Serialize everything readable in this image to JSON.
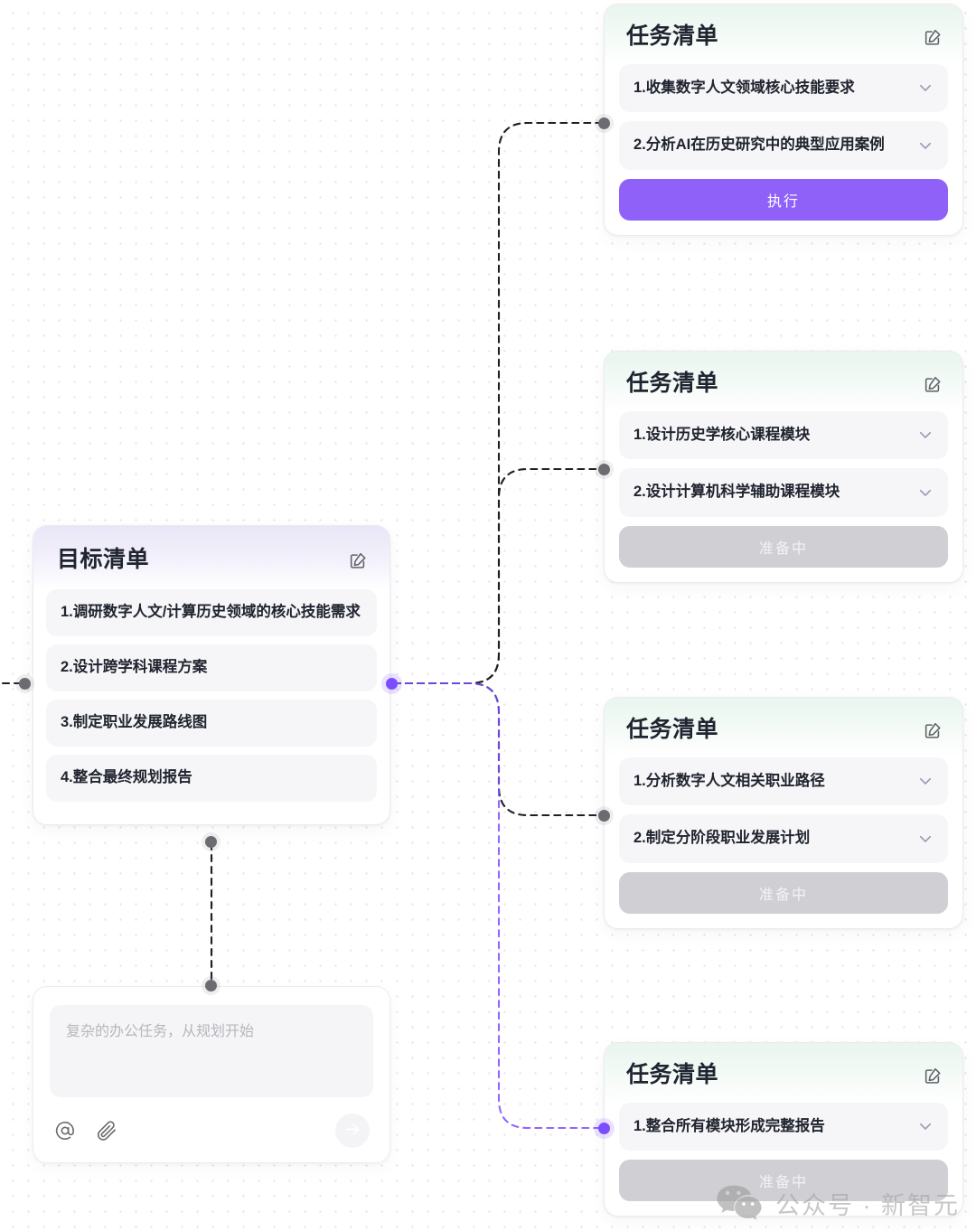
{
  "canvas": {
    "background": "#ffffff",
    "dot_color": "#e3e1ea",
    "accent_purple": "#9061f9",
    "connector_purple": "#7c4dff",
    "connector_dark": "#1f1f22"
  },
  "goal_card": {
    "title": "目标清单",
    "edit_icon": "edit-square-icon",
    "items": [
      {
        "label": "1.调研数字人文/计算历史领域的核心技能需求",
        "chevron": null
      },
      {
        "label": "2.设计跨学科课程方案",
        "chevron": null
      },
      {
        "label": "3.制定职业发展路线图",
        "chevron": null
      },
      {
        "label": "4.整合最终规划报告",
        "chevron": null
      }
    ]
  },
  "task_cards": [
    {
      "title": "任务清单",
      "edit_icon": "edit-square-icon",
      "items": [
        {
          "label": "1.收集数字人文领域核心技能要求",
          "chevron": "chevron-down-icon"
        },
        {
          "label": "2.分析AI在历史研究中的典型应用案例",
          "chevron": "chevron-down-icon"
        }
      ],
      "action": {
        "label": "执行",
        "state": "enabled",
        "color": "#9061f9"
      }
    },
    {
      "title": "任务清单",
      "edit_icon": "edit-square-icon",
      "items": [
        {
          "label": "1.设计历史学核心课程模块",
          "chevron": "chevron-down-icon"
        },
        {
          "label": "2.设计计算机科学辅助课程模块",
          "chevron": "chevron-down-icon"
        }
      ],
      "action": {
        "label": "准备中",
        "state": "disabled",
        "color": "#d0d0d4"
      }
    },
    {
      "title": "任务清单",
      "edit_icon": "edit-square-icon",
      "items": [
        {
          "label": "1.分析数字人文相关职业路径",
          "chevron": "chevron-down-icon"
        },
        {
          "label": "2.制定分阶段职业发展计划",
          "chevron": "chevron-down-icon"
        }
      ],
      "action": {
        "label": "准备中",
        "state": "disabled",
        "color": "#d0d0d4"
      }
    },
    {
      "title": "任务清单",
      "edit_icon": "edit-square-icon",
      "items": [
        {
          "label": "1.整合所有模块形成完整报告",
          "chevron": "chevron-down-icon"
        }
      ],
      "action": {
        "label": "准备中",
        "state": "disabled",
        "color": "#d0d0d4"
      }
    }
  ],
  "composer": {
    "placeholder": "复杂的办公任务，从规划开始",
    "value": "",
    "mention_icon": "at-mention-icon",
    "attach_icon": "paperclip-icon",
    "send_icon": "arrow-right-icon"
  },
  "watermark": {
    "text": "公众号 · 新智元",
    "icon": "wechat-icon"
  }
}
